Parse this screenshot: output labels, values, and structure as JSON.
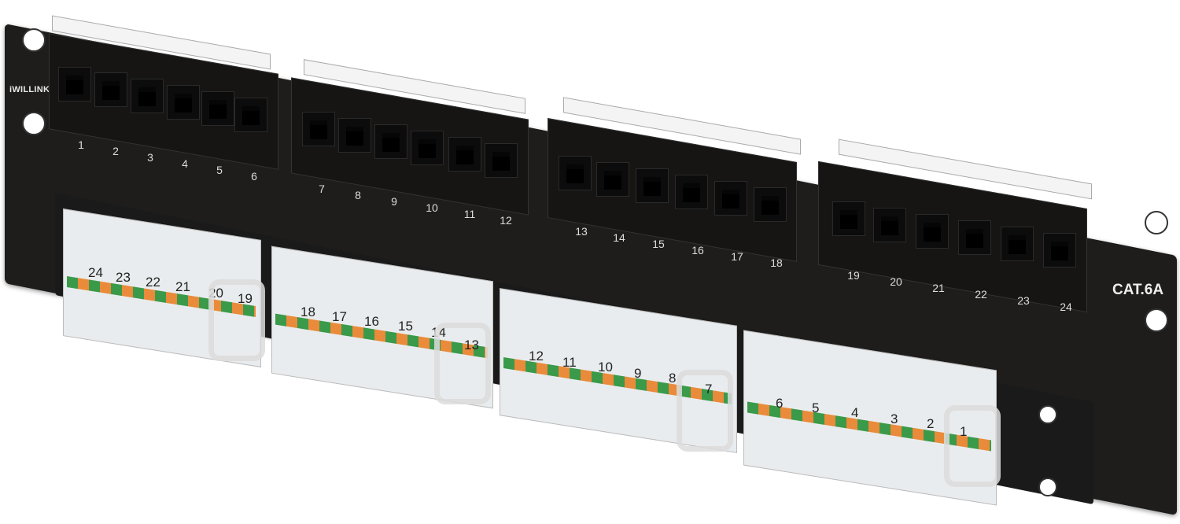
{
  "image": {
    "subject": "24-port CAT.6A patch panel, front and rear views",
    "brand_label": "iWILLINK",
    "category_label": "CAT.6A",
    "front_ports": [
      "1",
      "2",
      "3",
      "4",
      "5",
      "6",
      "7",
      "8",
      "9",
      "10",
      "11",
      "12",
      "13",
      "14",
      "15",
      "16",
      "17",
      "18",
      "19",
      "20",
      "21",
      "22",
      "23",
      "24"
    ],
    "rear_idc_labels": {
      "block1": [
        "24",
        "23",
        "22",
        "21",
        "20",
        "19"
      ],
      "block2": [
        "18",
        "17",
        "16",
        "15",
        "14",
        "13"
      ],
      "block3": [
        "12",
        "11",
        "10",
        "9",
        "8",
        "7"
      ],
      "block4": [
        "6",
        "5",
        "4",
        "3",
        "2",
        "1"
      ]
    },
    "colors": {
      "panel": "#1e1d1c",
      "label_strip": "#f4f4f4",
      "idc_body": "#e9ecee",
      "wire_green": "#3a9a4a",
      "wire_orange": "#e98b3a",
      "wire_blue": "#2a5fb0",
      "wire_brown": "#8a4a2a"
    }
  }
}
